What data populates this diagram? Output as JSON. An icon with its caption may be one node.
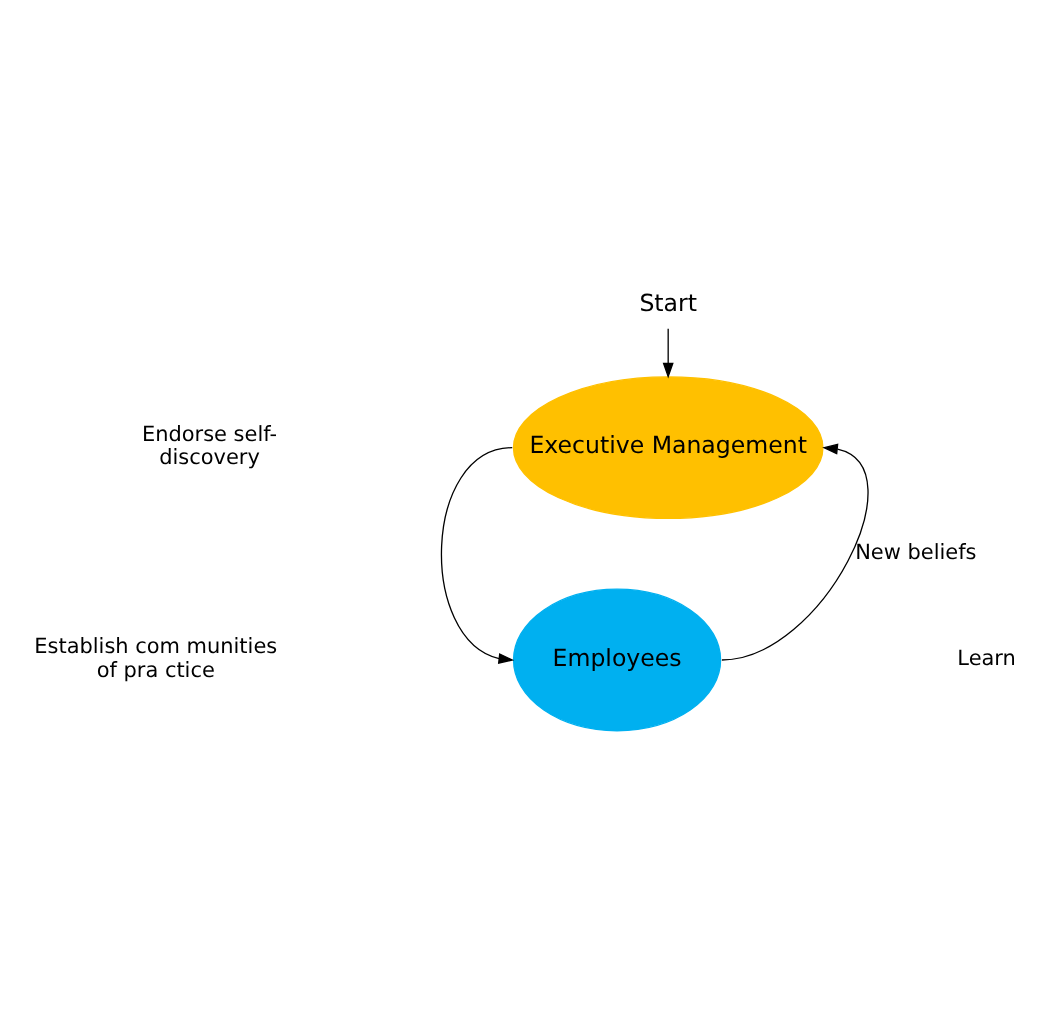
{
  "diagram": {
    "nodes": [
      {
        "text": [
          "Start"
        ]
      },
      {
        "text": [
          "Executive Management"
        ]
      },
      {
        "text": [
          "Employees"
        ]
      }
    ],
    "edges": [
      {
        "from": 0,
        "to": 1,
        "arrow": "to"
      },
      {
        "from": 1,
        "to": 2,
        "arrow": "to"
      },
      {
        "from": 2,
        "to": 1,
        "arrow": "to",
        "label": "New beliefs"
      }
    ],
    "labels": [
      "Endorse self- discovery",
      "Establish com munities of pra ctice",
      "Learn"
    ]
  }
}
